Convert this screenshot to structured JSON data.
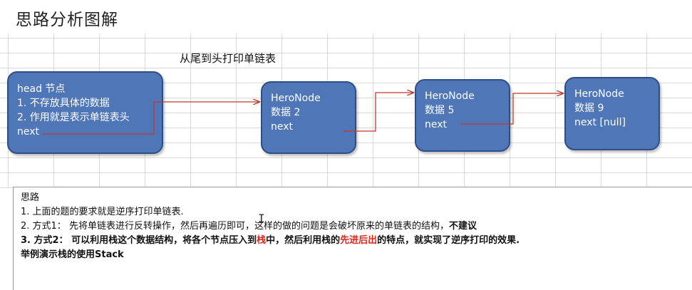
{
  "page_title": "思路分析图解",
  "diagram": {
    "caption": "从尾到头打印单链表",
    "head_node": {
      "line1": "head 节点",
      "line2": "1. 不存放具体的数据",
      "line3": "2. 作用就是表示单链表头",
      "line4": "next"
    },
    "nodes": [
      {
        "name": "HeroNode",
        "data": "数据 2",
        "next": "next"
      },
      {
        "name": "HeroNode",
        "data": "数据 5",
        "next": "next"
      },
      {
        "name": "HeroNode",
        "data": "数据 9",
        "next": "next [null]"
      }
    ],
    "arrow_color": "#c0392b",
    "node_color": "#4f77b8"
  },
  "notes": {
    "heading": "思路",
    "line1": "1. 上面的题的要求就是逆序打印单链表.",
    "line2_a": "2. 方式1：  先将单链表进行反转操作，然后再遍历即可，这样的做的问题是会破坏原来的单链表的结构，",
    "line2_b": "不建议",
    "line3_a": "3. 方式2：  可以利用栈这个数据结构，将各个节点压入到",
    "line3_red1": "栈",
    "line3_b": "中，然后利用栈的",
    "line3_red2": "先进后出",
    "line3_c": "的特点，就实现了逆序打印的效果.",
    "line4": "举例演示栈的使用Stack"
  },
  "cursor_glyph": "I"
}
